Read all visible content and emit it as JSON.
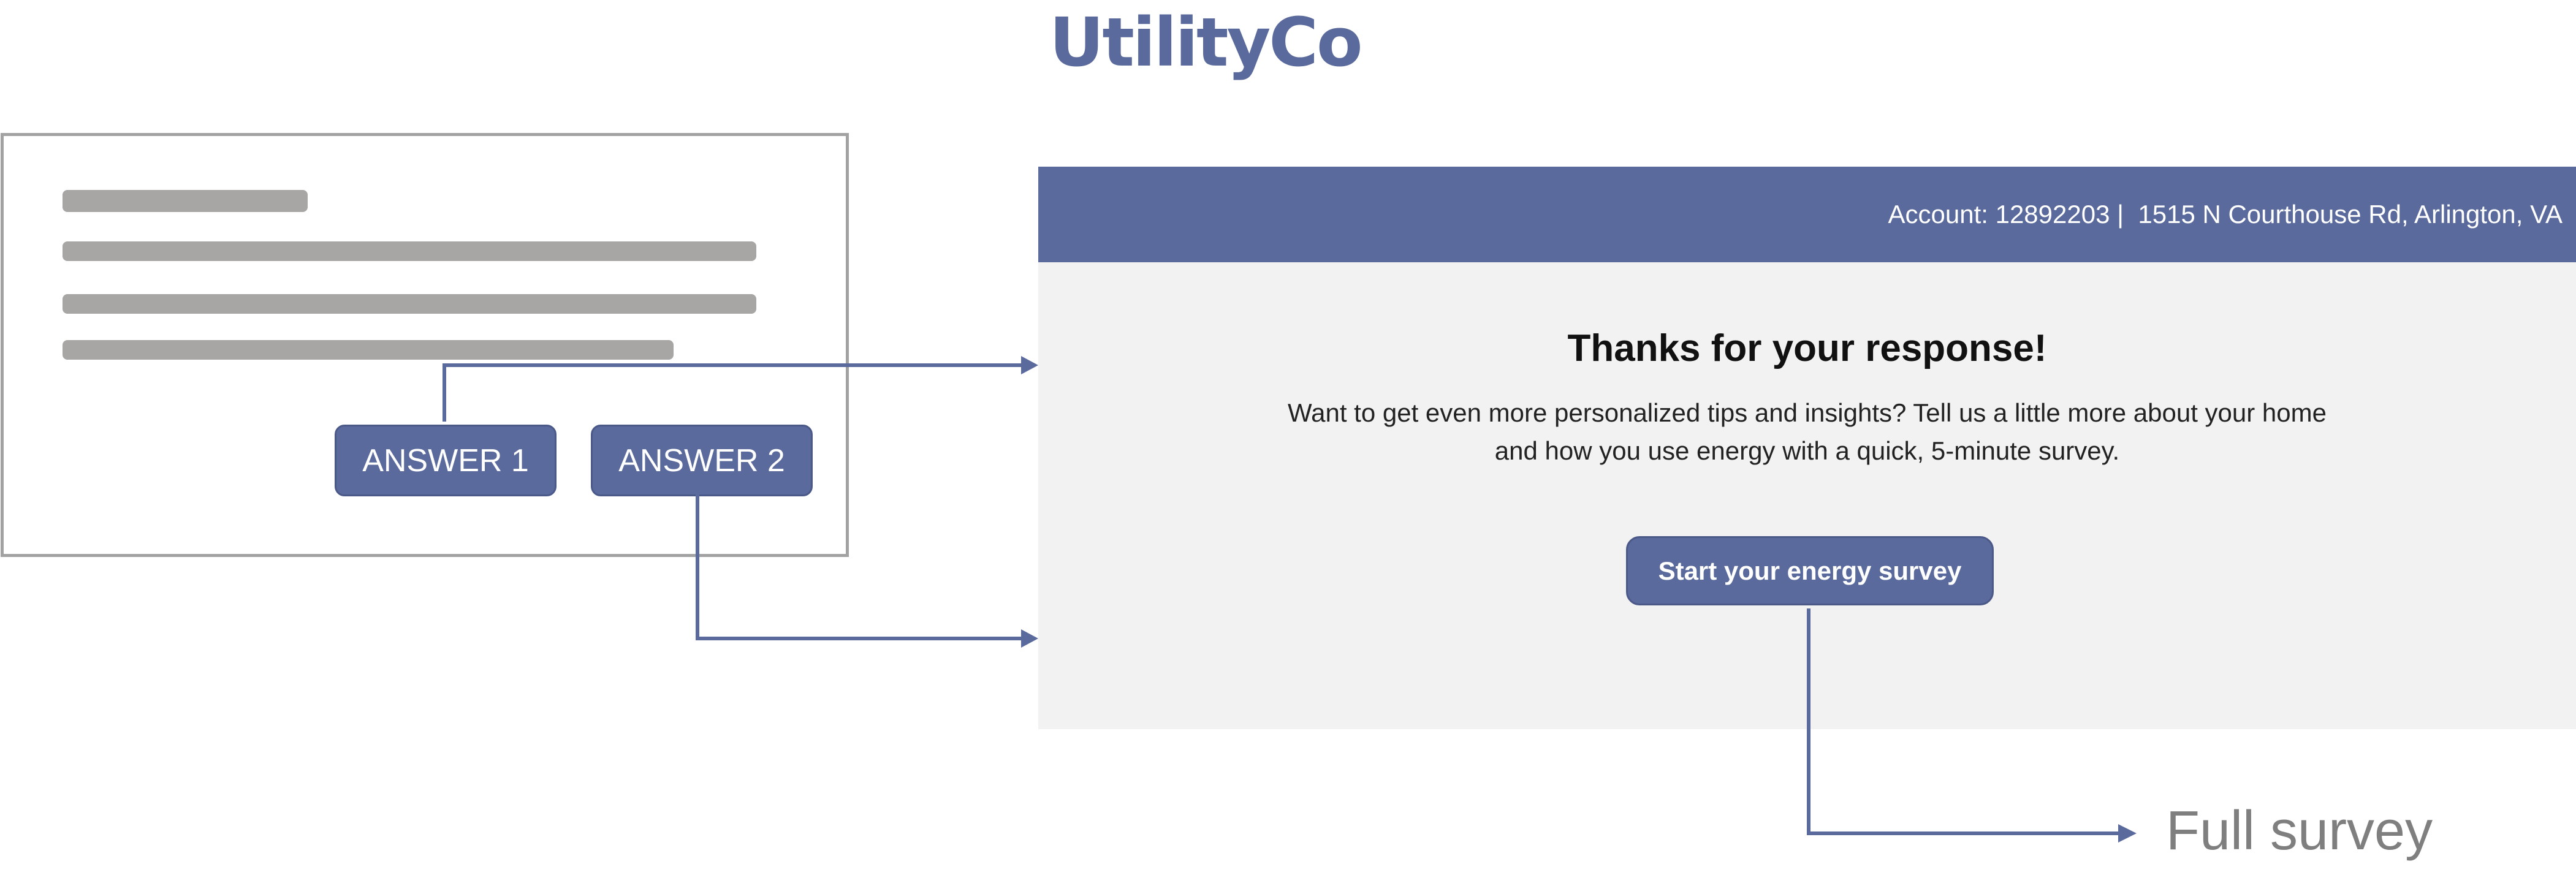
{
  "brand": {
    "logo_text": "UtilityCo",
    "accent_color": "#5a6a9c"
  },
  "email_mockup": {
    "answer_buttons": [
      {
        "label": "ANSWER 1"
      },
      {
        "label": "ANSWER 2"
      }
    ]
  },
  "landing_page": {
    "header": {
      "account_text": "Account: 12892203 |  1515 N Courthouse Rd, Arlington, VA"
    },
    "heading": "Thanks for your response!",
    "body_lines": [
      "Want to get even more personalized tips and insights? Tell us a little more about your home",
      "and how you use energy with a quick, 5-minute survey."
    ],
    "cta_label": "Start your energy survey",
    "background_color": "#f2f2f2"
  },
  "destination": {
    "label": "Full survey"
  }
}
